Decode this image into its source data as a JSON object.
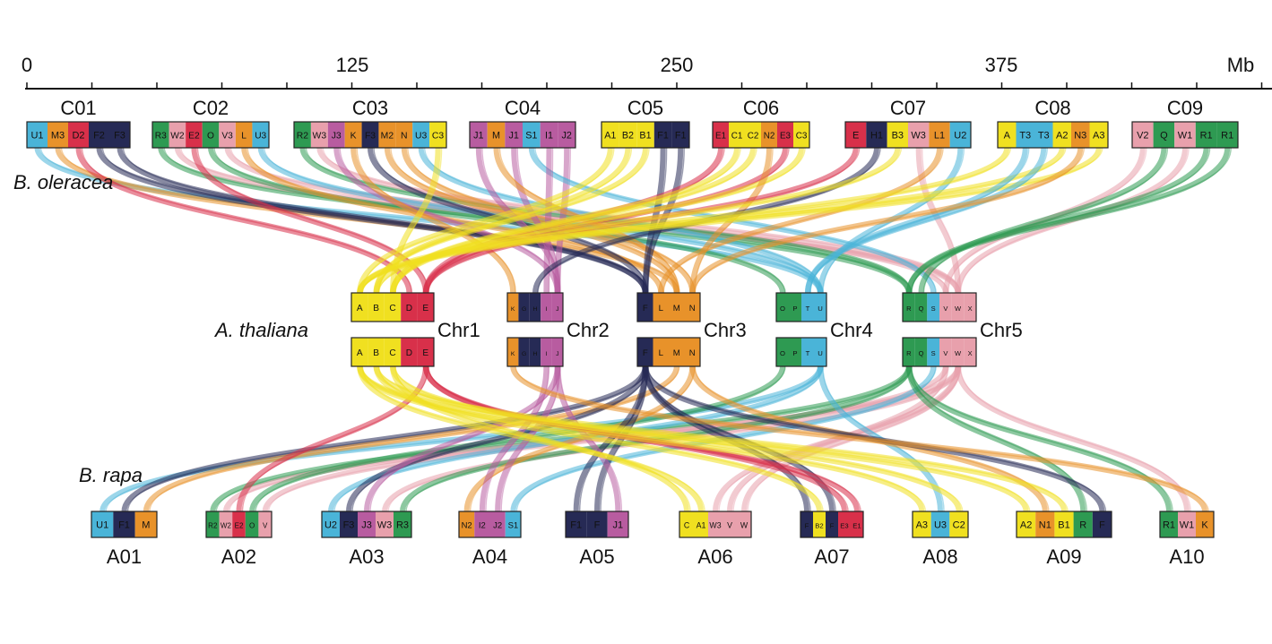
{
  "axis": {
    "ticks": [
      "0",
      "125",
      "250",
      "375"
    ],
    "unit": "Mb"
  },
  "species": {
    "top": "B. oleracea",
    "middle": "A. thaliana",
    "bottom": "B. rapa"
  },
  "colors": {
    "A": "#f0e020",
    "B": "#f0e020",
    "C": "#f0e020",
    "D": "#d8304a",
    "E": "#d8304a",
    "F": "#262a55",
    "G": "#262a55",
    "H": "#262a55",
    "I": "#b85ca0",
    "J": "#b85ca0",
    "K": "#e8922a",
    "L": "#e8922a",
    "M": "#e8922a",
    "N": "#e8922a",
    "O": "#2e9a52",
    "P": "#2e9a52",
    "Q": "#2e9a52",
    "R": "#2e9a52",
    "S": "#4ab4d8",
    "T": "#4ab4d8",
    "U": "#4ab4d8",
    "V": "#e8a0ac",
    "W": "#e8a0ac",
    "X": "#e8a0ac"
  },
  "top_chromosomes": [
    {
      "name": "C01",
      "blocks": [
        [
          "U1",
          "U"
        ],
        [
          "M3",
          "M"
        ],
        [
          "D2",
          "D"
        ],
        [
          "F2",
          "F"
        ],
        [
          "F3",
          "F"
        ]
      ]
    },
    {
      "name": "C02",
      "blocks": [
        [
          "R3",
          "R"
        ],
        [
          "W2",
          "W"
        ],
        [
          "E2",
          "E"
        ],
        [
          "O",
          "O"
        ],
        [
          "V3",
          "V"
        ],
        [
          "L",
          "L"
        ],
        [
          "U3",
          "U"
        ]
      ]
    },
    {
      "name": "C03",
      "blocks": [
        [
          "R2",
          "R"
        ],
        [
          "W3",
          "W"
        ],
        [
          "J3",
          "J"
        ],
        [
          "K",
          "K"
        ],
        [
          "F3",
          "F"
        ],
        [
          "M2",
          "M"
        ],
        [
          "N",
          "N"
        ],
        [
          "U3",
          "U"
        ],
        [
          "C3",
          "C"
        ]
      ]
    },
    {
      "name": "C04",
      "blocks": [
        [
          "J1",
          "J"
        ],
        [
          "M",
          "M"
        ],
        [
          "J1",
          "J"
        ],
        [
          "S1",
          "S"
        ],
        [
          "I1",
          "I"
        ],
        [
          "J2",
          "J"
        ]
      ]
    },
    {
      "name": "C05",
      "blocks": [
        [
          "A1",
          "A"
        ],
        [
          "B2",
          "B"
        ],
        [
          "B1",
          "B"
        ],
        [
          "F1",
          "F"
        ],
        [
          "F1",
          "F"
        ]
      ]
    },
    {
      "name": "C06",
      "blocks": [
        [
          "E1",
          "E"
        ],
        [
          "C1",
          "C"
        ],
        [
          "C2",
          "C"
        ],
        [
          "N2",
          "N"
        ],
        [
          "E3",
          "E"
        ],
        [
          "C3",
          "C"
        ]
      ]
    },
    {
      "name": "C07",
      "blocks": [
        [
          "E",
          "E"
        ],
        [
          "H1",
          "H"
        ],
        [
          "B3",
          "B"
        ],
        [
          "W3",
          "W"
        ],
        [
          "L1",
          "L"
        ],
        [
          "U2",
          "U"
        ]
      ]
    },
    {
      "name": "C08",
      "blocks": [
        [
          "A",
          "A"
        ],
        [
          "T3",
          "T"
        ],
        [
          "T3",
          "T"
        ],
        [
          "A2",
          "A"
        ],
        [
          "N3",
          "N"
        ],
        [
          "A3",
          "A"
        ]
      ]
    },
    {
      "name": "C09",
      "blocks": [
        [
          "V2",
          "V"
        ],
        [
          "Q",
          "Q"
        ],
        [
          "W1",
          "W"
        ],
        [
          "R1",
          "R"
        ],
        [
          "R1",
          "R"
        ]
      ]
    }
  ],
  "bottom_chromosomes": [
    {
      "name": "A01",
      "blocks": [
        [
          "U1",
          "U"
        ],
        [
          "F1",
          "F"
        ],
        [
          "M",
          "M"
        ]
      ]
    },
    {
      "name": "A02",
      "blocks": [
        [
          "R2",
          "R"
        ],
        [
          "W2",
          "W"
        ],
        [
          "E2",
          "E"
        ],
        [
          "O",
          "O"
        ],
        [
          "V",
          "V"
        ]
      ]
    },
    {
      "name": "A03",
      "blocks": [
        [
          "U2",
          "U"
        ],
        [
          "F3",
          "F"
        ],
        [
          "J3",
          "J"
        ],
        [
          "W3",
          "W"
        ],
        [
          "R3",
          "R"
        ]
      ]
    },
    {
      "name": "A04",
      "blocks": [
        [
          "N2",
          "N"
        ],
        [
          "I2",
          "I"
        ],
        [
          "J2",
          "J"
        ],
        [
          "S1",
          "S"
        ]
      ]
    },
    {
      "name": "A05",
      "blocks": [
        [
          "F1",
          "F"
        ],
        [
          "F",
          "F"
        ],
        [
          "J1",
          "J"
        ]
      ]
    },
    {
      "name": "A06",
      "blocks": [
        [
          "C",
          "C"
        ],
        [
          "A1",
          "A"
        ],
        [
          "W3",
          "W"
        ],
        [
          "V",
          "V"
        ],
        [
          "W",
          "W"
        ]
      ]
    },
    {
      "name": "A07",
      "blocks": [
        [
          "F",
          "F"
        ],
        [
          "B2",
          "B"
        ],
        [
          "F",
          "F"
        ],
        [
          "E3",
          "E"
        ],
        [
          "E1",
          "E"
        ]
      ]
    },
    {
      "name": "A08",
      "blocks": [
        [
          "A3",
          "A"
        ],
        [
          "U3",
          "U"
        ],
        [
          "C2",
          "C"
        ]
      ]
    },
    {
      "name": "A09",
      "blocks": [
        [
          "A2",
          "A"
        ],
        [
          "N1",
          "N"
        ],
        [
          "B1",
          "B"
        ],
        [
          "R",
          "R"
        ],
        [
          "F",
          "F"
        ]
      ]
    },
    {
      "name": "A10",
      "blocks": [
        [
          "R1",
          "R"
        ],
        [
          "W1",
          "W"
        ],
        [
          "K",
          "K"
        ]
      ]
    }
  ],
  "thaliana_chromosomes": [
    {
      "name": "Chr1",
      "blocks": [
        [
          "A",
          "A"
        ],
        [
          "B",
          "B"
        ],
        [
          "C",
          "C"
        ],
        [
          "D",
          "D"
        ],
        [
          "E",
          "E"
        ]
      ]
    },
    {
      "name": "Chr2",
      "blocks": [
        [
          "K",
          "K"
        ],
        [
          "G",
          "G"
        ],
        [
          "H",
          "H"
        ],
        [
          "I",
          "I"
        ],
        [
          "J",
          "J"
        ]
      ]
    },
    {
      "name": "Chr3",
      "blocks": [
        [
          "F",
          "F"
        ],
        [
          "L",
          "L"
        ],
        [
          "M",
          "M"
        ],
        [
          "N",
          "N"
        ]
      ]
    },
    {
      "name": "Chr4",
      "blocks": [
        [
          "O",
          "O"
        ],
        [
          "P",
          "P"
        ],
        [
          "T",
          "T"
        ],
        [
          "U",
          "U"
        ]
      ]
    },
    {
      "name": "Chr5",
      "blocks": [
        [
          "R",
          "R"
        ],
        [
          "Q",
          "Q"
        ],
        [
          "S",
          "S"
        ],
        [
          "V",
          "V"
        ],
        [
          "W",
          "W"
        ],
        [
          "X",
          "X"
        ]
      ]
    }
  ]
}
